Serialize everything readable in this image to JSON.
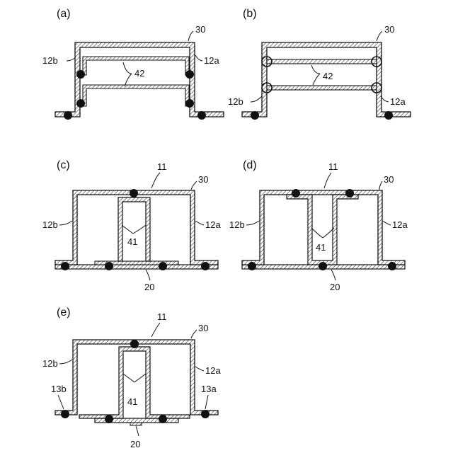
{
  "figure": {
    "panels": [
      {
        "id": "a",
        "label": "(a)",
        "refs": {
          "outer": "30",
          "side_right": "12a",
          "side_left": "12b",
          "inner": "42"
        },
        "joint_style": "solid"
      },
      {
        "id": "b",
        "label": "(b)",
        "refs": {
          "outer": "30",
          "side_right": "12a",
          "side_left": "12b",
          "inner": "42"
        },
        "joint_style": "hollow"
      },
      {
        "id": "c",
        "label": "(c)",
        "refs": {
          "top": "11",
          "outer": "30",
          "side_left": "12b",
          "side_right": "12a",
          "inner": "41",
          "base": "20"
        },
        "joint_style": "solid"
      },
      {
        "id": "d",
        "label": "(d)",
        "refs": {
          "top": "11",
          "outer": "30",
          "side_left": "12b",
          "side_right": "12a",
          "inner": "41",
          "base": "20"
        },
        "joint_style": "solid"
      },
      {
        "id": "e",
        "label": "(e)",
        "refs": {
          "top": "11",
          "outer": "30",
          "side_left": "12b",
          "side_right": "12a",
          "flange_left": "13b",
          "flange_right": "13a",
          "inner": "41",
          "base": "20"
        },
        "joint_style": "solid"
      }
    ]
  }
}
